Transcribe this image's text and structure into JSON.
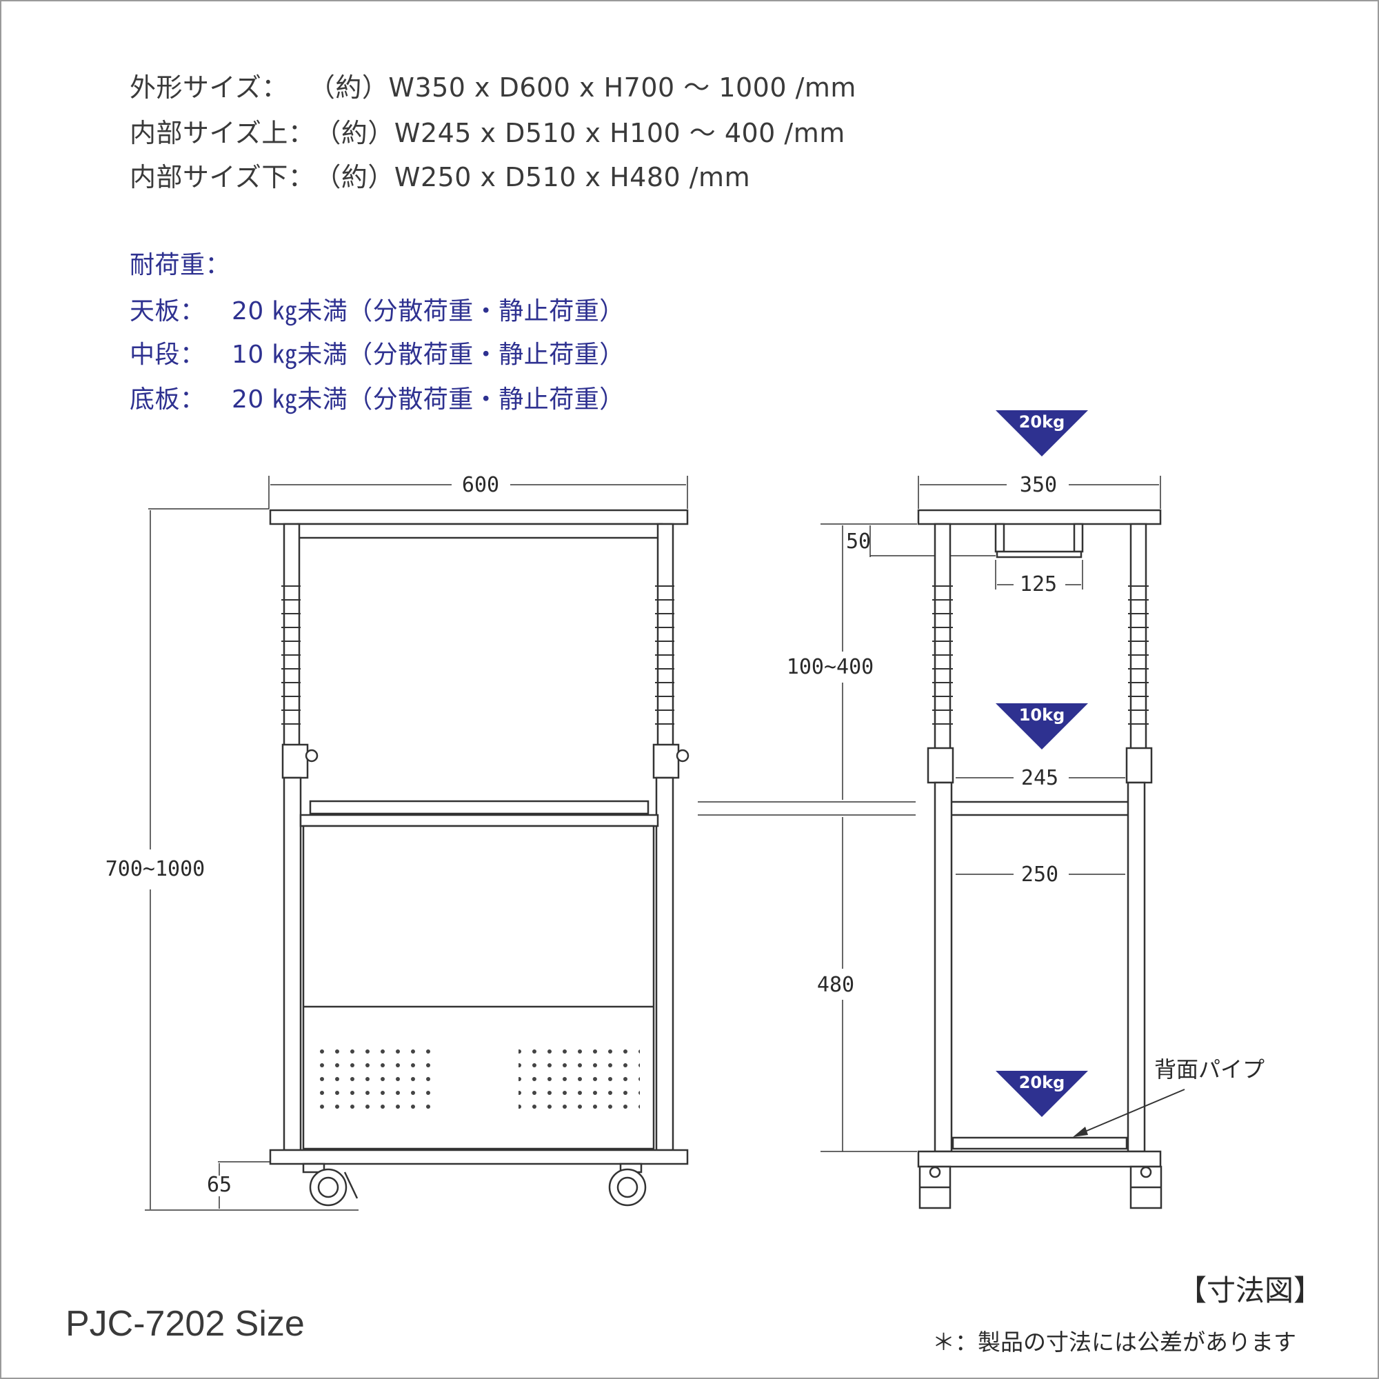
{
  "specs": [
    {
      "label": "外形サイズ：",
      "value": "（約）W350 x D600 x H700 ～ 1000 /mm"
    },
    {
      "label": "内部サイズ上：",
      "value": "（約）W245 x D510 x H100 ～ 400 /mm"
    },
    {
      "label": "内部サイズ下：",
      "value": "（約）W250 x D510 x H480 /mm"
    }
  ],
  "load": {
    "heading": "耐荷重：",
    "rows": [
      {
        "label": "天板：",
        "value": "20 ㎏未満（分散荷重・静止荷重）"
      },
      {
        "label": "中段：",
        "value": "10 ㎏未満（分散荷重・静止荷重）"
      },
      {
        "label": "底板：",
        "value": "20 ㎏未満（分散荷重・静止荷重）"
      }
    ]
  },
  "front_view": {
    "width_dim": "600",
    "height_dim": "700~1000",
    "bottom_dim": "65"
  },
  "side_view": {
    "width_dim": "350",
    "offset_dim": "50",
    "handle_dim": "125",
    "upper_height_dim": "100~400",
    "inner_upper_width_dim": "245",
    "inner_lower_width_dim": "250",
    "lower_height_dim": "480",
    "rear_pipe_label": "背面パイプ",
    "badges": {
      "top": "20kg",
      "middle": "10kg",
      "bottom": "20kg"
    }
  },
  "colors": {
    "badge": "#2e3190",
    "line": "#333333",
    "blue_text": "#2e3190"
  },
  "footer": {
    "title": "PJC-7202 Size",
    "figure_label": "【寸法図】",
    "note": "＊：製品の寸法には公差があります"
  }
}
